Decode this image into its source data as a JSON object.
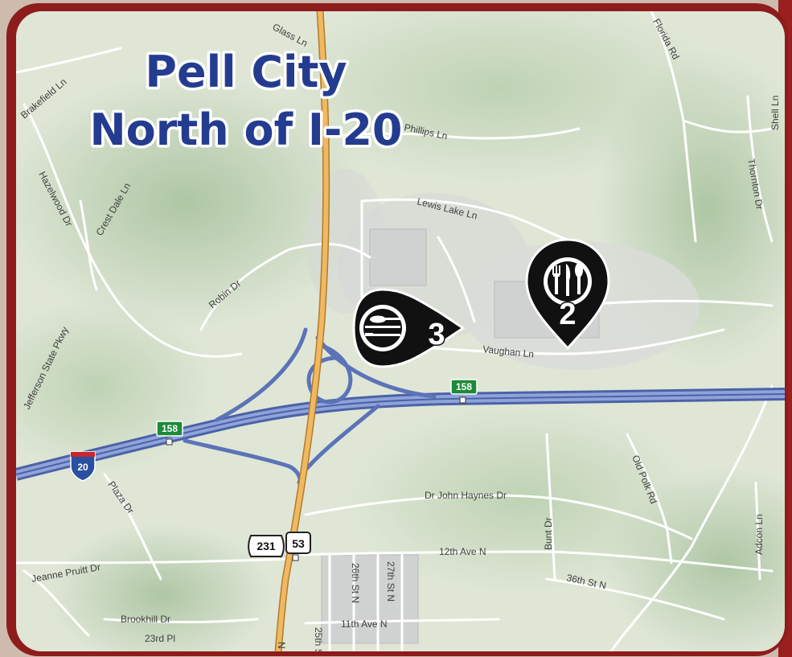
{
  "title": {
    "line1": "Pell City",
    "line2": "North of I-20"
  },
  "markers": [
    {
      "number": "3",
      "icon": "utensils-icon",
      "kind": "horizontal-pin"
    },
    {
      "number": "2",
      "icon": "fork-knife-spoon-icon",
      "kind": "teardrop-pin"
    }
  ],
  "road_labels": {
    "glass_ln": "Glass Ln",
    "florida_rd": "Florida Rd",
    "brakefield_ln": "Brakefield Ln",
    "shell_ln": "Shell Ln",
    "phillips_ln": "Phillips Ln",
    "thornton_dr": "Thornton Dr",
    "lewis_lake_ln": "Lewis Lake Ln",
    "hazelwood_dr": "Hazelwood Dr",
    "crest_dale_ln": "Crest Dale Ln",
    "robin_dr": "Robin Dr",
    "vaughan_ln": "Vaughan Ln",
    "jefferson_state_pkwy": "Jefferson State Pkwy",
    "plaza_dr": "Plaza Dr",
    "dr_john_haynes_dr": "Dr John Haynes Dr",
    "bunt_dr": "Bunt Dr",
    "old_polk_rd": "Old Polk Rd",
    "adcon_ln": "Adcon Ln",
    "twelfth_ave_n": "12th Ave N",
    "thirtysixth_st_n": "36th St N",
    "jeanne_pruitt_dr": "Jeanne Pruitt Dr",
    "twentysixth_st_n": "26th St N",
    "twentyseventh_st_n": "27th St N",
    "brookhill_dr": "Brookhill Dr",
    "eleventh_ave_n": "11th Ave N",
    "twentythird_pl": "23rd Pl",
    "twentyfifth_st": "25th S",
    "n_label": "N"
  },
  "shields": {
    "exit_east": "158",
    "exit_west": "158",
    "interstate": "20",
    "us_route": "231",
    "state_route": "53"
  },
  "colors": {
    "frame": "#8e1c1c",
    "title": "#243c8f",
    "highway": "#5b73b8",
    "us_route_line": "#d9a24c",
    "exit_sign": "#1d8a3a",
    "marker": "#111111"
  }
}
